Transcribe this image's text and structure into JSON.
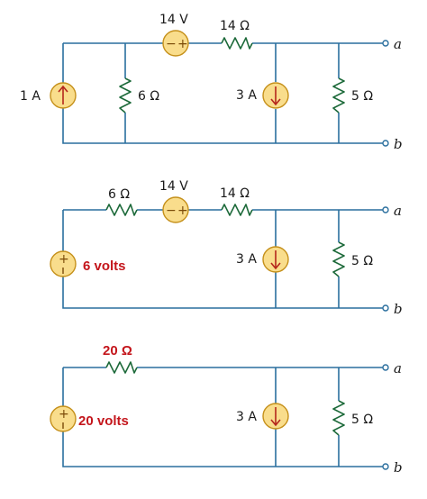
{
  "colors": {
    "wire": "#2a6f9e",
    "resistor": "#1d6a3a",
    "source_fill": "#f9dd8c",
    "source_stroke": "#c5901a",
    "arrow": "#b5271d",
    "highlight": "#c4161c"
  },
  "circuit1": {
    "current_source_left": "1 A",
    "resistor_shunt": "6 Ω",
    "voltage_source": "14 V",
    "resistor_series": "14 Ω",
    "current_source_right": "3 A",
    "resistor_load": "5 Ω",
    "terminal_a": "a",
    "terminal_b": "b"
  },
  "circuit2": {
    "resistor_series_1": "6 Ω",
    "voltage_source": "14 V",
    "resistor_series_2": "14 Ω",
    "source_left": "6 volts",
    "current_source": "3 A",
    "resistor_load": "5 Ω",
    "terminal_a": "a",
    "terminal_b": "b"
  },
  "circuit3": {
    "resistor_series": "20 Ω",
    "source_left": "20 volts",
    "current_source": "3 A",
    "resistor_load": "5 Ω",
    "terminal_a": "a",
    "terminal_b": "b"
  }
}
